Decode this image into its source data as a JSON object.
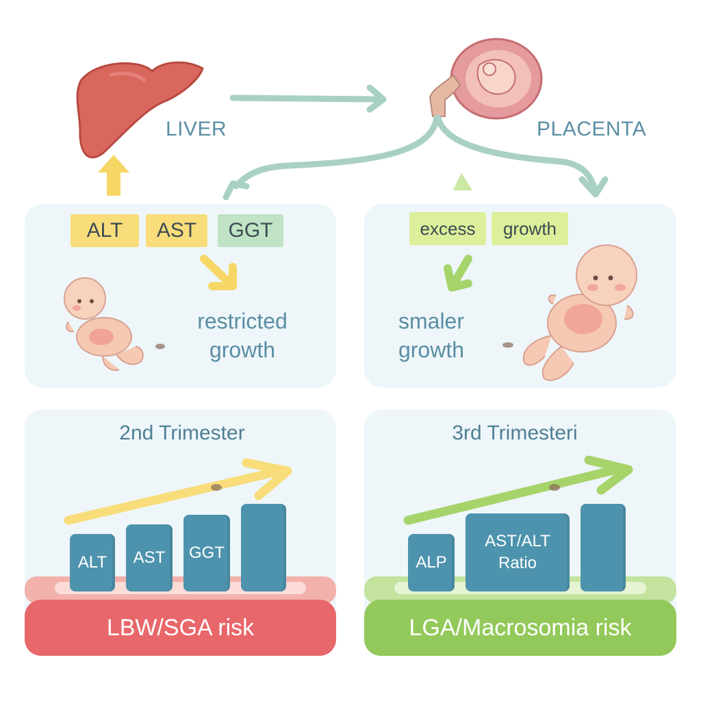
{
  "top": {
    "liver_label": "LIVER",
    "placenta_label": "PLACENTA"
  },
  "left_panel": {
    "tags": [
      "ALT",
      "AST",
      "GGT"
    ],
    "growth_line1": "restricted",
    "growth_line2": "growth"
  },
  "right_panel": {
    "tags": [
      "excess",
      "growth"
    ],
    "growth_line1": "smaler",
    "growth_line2": "growth"
  },
  "left_chart": {
    "title": "2nd Trimester",
    "bars": [
      "ALT",
      "AST",
      "GGT",
      ""
    ],
    "risk": "LBW/SGA risk"
  },
  "right_chart": {
    "title": "3rd Trimesteri",
    "bar1": "ALP",
    "bar2_line1": "AST/ALT",
    "bar2_line2": "Ratio",
    "risk": "LGA/Macrosomia risk"
  },
  "colors": {
    "yellow": "#f8dd7a",
    "green": "#a6d46a",
    "red": "#e8676a",
    "teal_bar": "#4e93ad",
    "panel": "#eef6fa"
  }
}
